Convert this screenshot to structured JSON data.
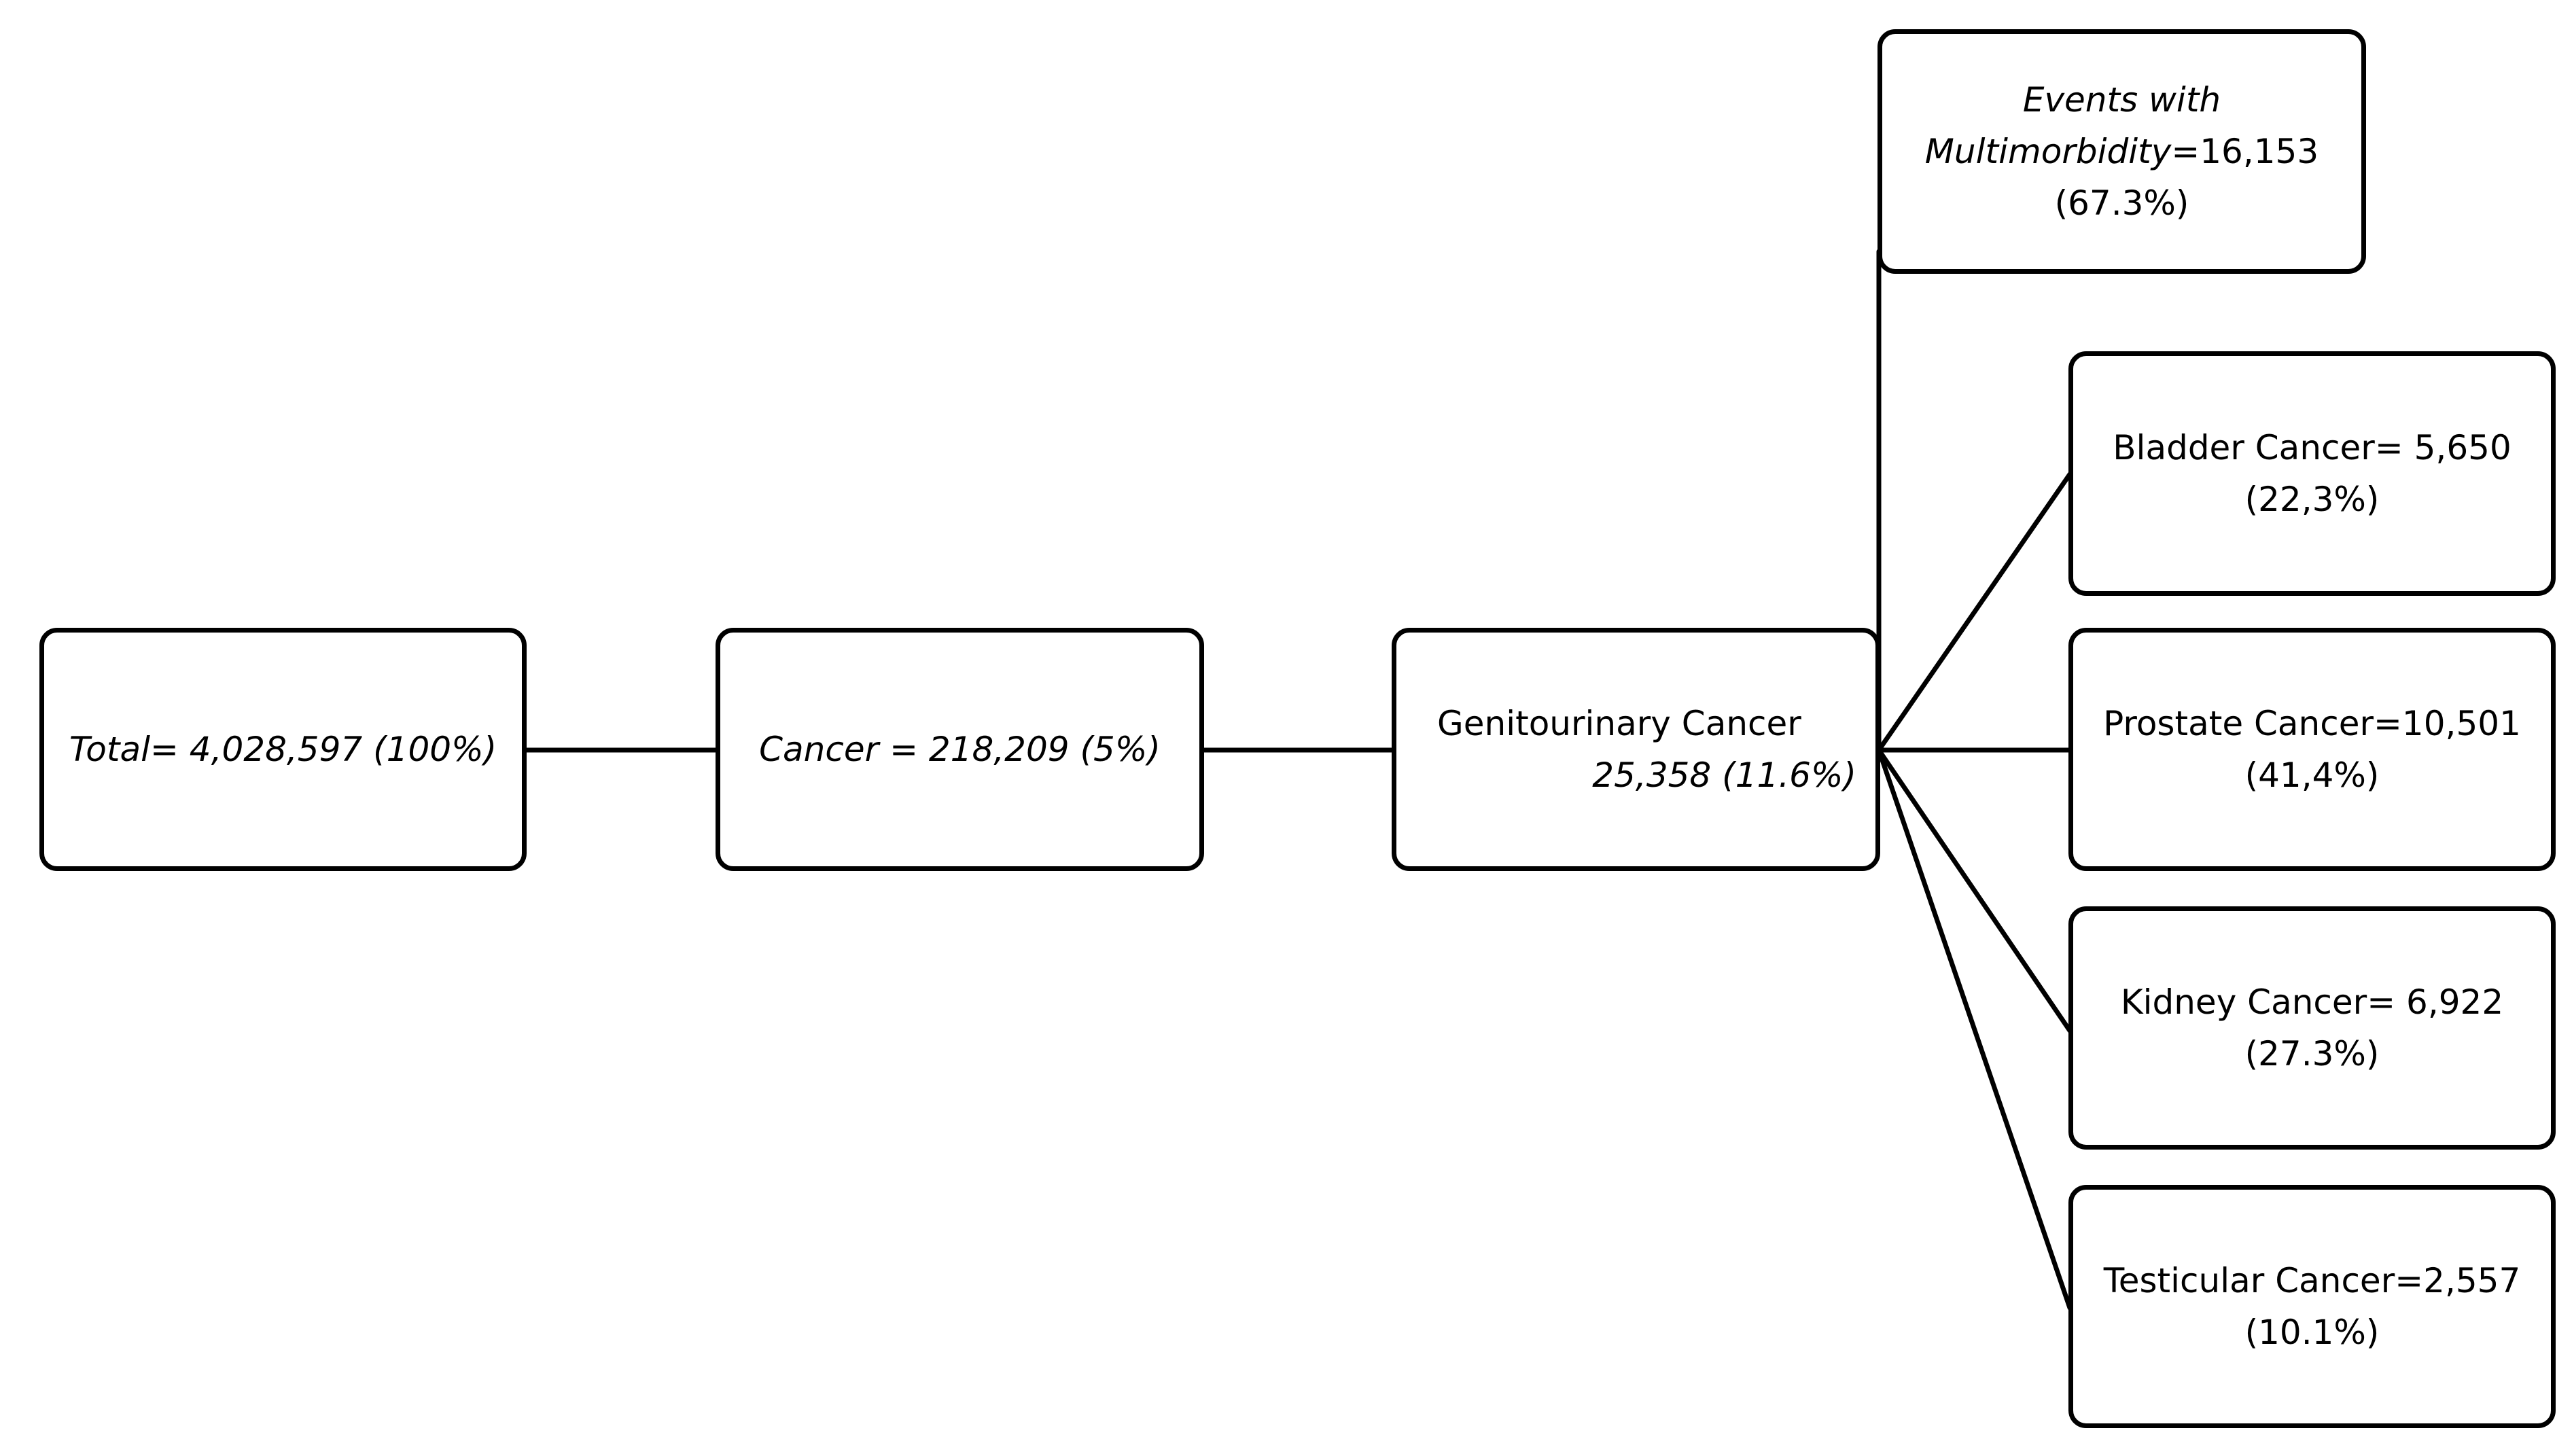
{
  "nodes": {
    "total": {
      "label": "Total",
      "value": "= 4,028,597 (100%)"
    },
    "cancer": {
      "text": "Cancer = 218,209 (5%)"
    },
    "genitourinary": {
      "line1": "Genitourinary Cancer",
      "line2": "25,358 (11.6%)"
    },
    "multimorbidity": {
      "line1": "Events with",
      "label": "Multimorbidity",
      "value": "=16,153",
      "line3": "(67.3%)"
    },
    "bladder": {
      "line1": "Bladder Cancer= 5,650",
      "line2": "(22,3%)"
    },
    "prostate": {
      "line1": "Prostate Cancer=10,501",
      "line2": "(41,4%)"
    },
    "kidney": {
      "line1": "Kidney Cancer= 6,922",
      "line2": "(27.3%)"
    },
    "testicular": {
      "line1": "Testicular Cancer=2,557",
      "line2": "(10.1%)"
    }
  },
  "colors": {
    "stroke": "#000000",
    "background": "#ffffff"
  }
}
